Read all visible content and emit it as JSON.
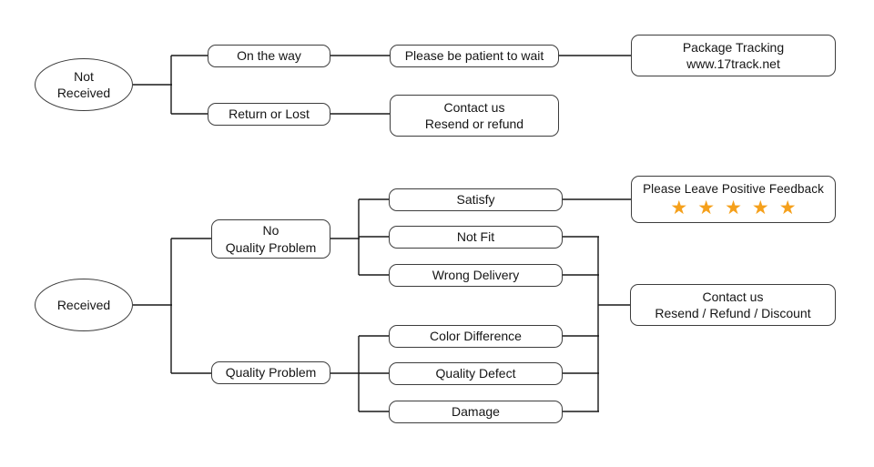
{
  "flowchart": {
    "not_received": {
      "line1": "Not",
      "line2": "Received"
    },
    "on_the_way": {
      "label": "On the way"
    },
    "return_or_lost": {
      "label": "Return or Lost"
    },
    "please_be_patient": {
      "label": "Please be patient to wait"
    },
    "package_tracking": {
      "line1": "Package Tracking",
      "line2": "www.17track.net"
    },
    "contact_resend_refund": {
      "line1": "Contact us",
      "line2": "Resend or refund"
    },
    "received": {
      "label": "Received"
    },
    "no_quality_problem": {
      "line1": "No",
      "line2": "Quality Problem"
    },
    "quality_problem": {
      "label": "Quality Problem"
    },
    "satisfy": {
      "label": "Satisfy"
    },
    "not_fit": {
      "label": "Not Fit"
    },
    "wrong_delivery": {
      "label": "Wrong Delivery"
    },
    "color_difference": {
      "label": "Color Difference"
    },
    "quality_defect": {
      "label": "Quality Defect"
    },
    "damage": {
      "label": "Damage"
    },
    "positive_feedback": {
      "label": "Please Leave Positive Feedback",
      "star_glyph": "★",
      "star_count": 5,
      "star_color": "#F5A01B"
    },
    "contact_discount": {
      "line1": "Contact us",
      "line2": "Resend / Refund / Discount"
    }
  }
}
